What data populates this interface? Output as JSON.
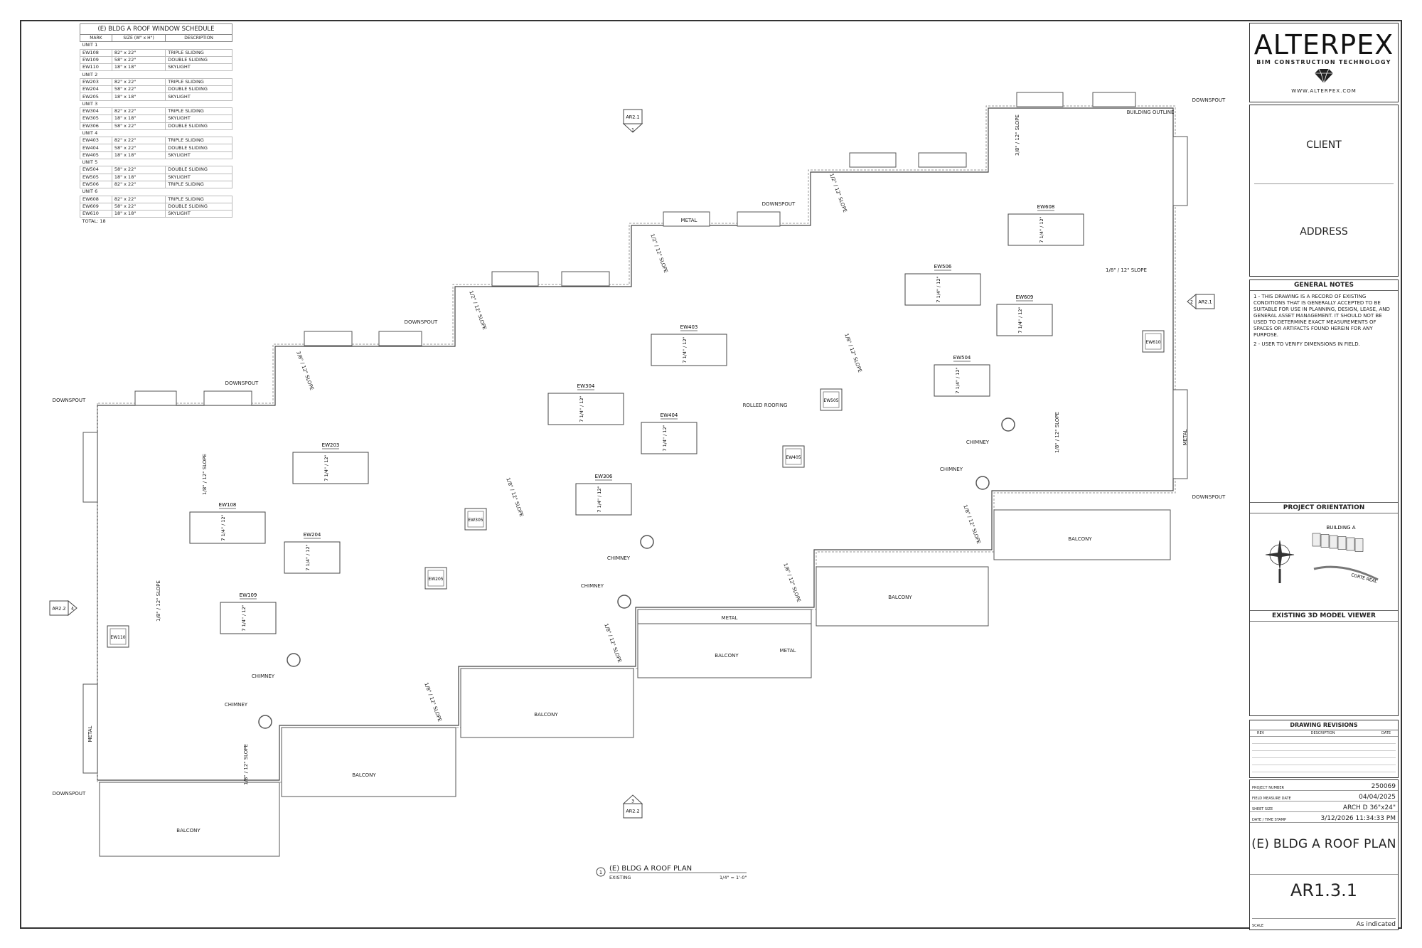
{
  "schedule": {
    "title": "(E) BLDG A ROOF WINDOW SCHEDULE",
    "headers": [
      "MARK",
      "SIZE (W\" x H\")",
      "DESCRIPTION"
    ],
    "groups": [
      {
        "unit": "UNIT 1",
        "rows": [
          [
            "EW108",
            "82\" x 22\"",
            "TRIPLE SLIDING"
          ],
          [
            "EW109",
            "58\" x 22\"",
            "DOUBLE SLIDING"
          ],
          [
            "EW110",
            "18\" x 18\"",
            "SKYLIGHT"
          ]
        ]
      },
      {
        "unit": "UNIT 2",
        "rows": [
          [
            "EW203",
            "82\" x 22\"",
            "TRIPLE SLIDING"
          ],
          [
            "EW204",
            "58\" x 22\"",
            "DOUBLE SLIDING"
          ],
          [
            "EW205",
            "18\" x 18\"",
            "SKYLIGHT"
          ]
        ]
      },
      {
        "unit": "UNIT 3",
        "rows": [
          [
            "EW304",
            "82\" x 22\"",
            "TRIPLE SLIDING"
          ],
          [
            "EW305",
            "18\" x 18\"",
            "SKYLIGHT"
          ],
          [
            "EW306",
            "58\" x 22\"",
            "DOUBLE SLIDING"
          ]
        ]
      },
      {
        "unit": "UNIT 4",
        "rows": [
          [
            "EW403",
            "82\" x 22\"",
            "TRIPLE SLIDING"
          ],
          [
            "EW404",
            "58\" x 22\"",
            "DOUBLE SLIDING"
          ],
          [
            "EW405",
            "18\" x 18\"",
            "SKYLIGHT"
          ]
        ]
      },
      {
        "unit": "UNIT 5",
        "rows": [
          [
            "EW504",
            "58\" x 22\"",
            "DOUBLE SLIDING"
          ],
          [
            "EW505",
            "18\" x 18\"",
            "SKYLIGHT"
          ],
          [
            "EW506",
            "82\" x 22\"",
            "TRIPLE SLIDING"
          ]
        ]
      },
      {
        "unit": "UNIT 6",
        "rows": [
          [
            "EW608",
            "82\" x 22\"",
            "TRIPLE SLIDING"
          ],
          [
            "EW609",
            "58\" x 22\"",
            "DOUBLE SLIDING"
          ],
          [
            "EW610",
            "18\" x 18\"",
            "SKYLIGHT"
          ]
        ]
      }
    ],
    "total": "TOTAL: 18"
  },
  "plan": {
    "labels": {
      "downspout": "DOWNSPOUT",
      "chimney": "CHIMNEY",
      "balcony": "BALCONY",
      "metal": "METAL",
      "rolled_roofing": "ROLLED ROOFING",
      "building_outline": "BUILDING OUTLINE"
    },
    "slopes": {
      "eighth": "1/8\" / 12\" SLOPE",
      "sixteenth": "3/8\" / 12\" SLOPE",
      "quarter": "1/2\" / 12\" SLOPE",
      "window_pitch": "7 1/4\" / 12\""
    },
    "windows": [
      "EW108",
      "EW109",
      "EW110",
      "EW203",
      "EW204",
      "EW205",
      "EW304",
      "EW305",
      "EW306",
      "EW403",
      "EW404",
      "EW405",
      "EW504",
      "EW505",
      "EW506",
      "EW608",
      "EW609",
      "EW610"
    ],
    "section_tags": [
      {
        "num": "1",
        "ref": "AR2.1"
      },
      {
        "num": "2",
        "ref": "AR2.1"
      },
      {
        "num": "3",
        "ref": "AR2.2"
      },
      {
        "num": "4",
        "ref": "AR2.2"
      }
    ],
    "drawing_title": {
      "num": "1",
      "title": "(E) BLDG A ROOF PLAN",
      "sub": "EXISTING",
      "scale": "1/4\" = 1'-0\""
    }
  },
  "titleblock": {
    "logo": "ALTERPEX",
    "logo_sub": "BIM CONSTRUCTION TECHNOLOGY",
    "url": "WWW.ALTERPEX.COM",
    "client": "CLIENT",
    "address": "ADDRESS",
    "general_notes_title": "GENERAL NOTES",
    "general_notes": [
      "1 - THIS DRAWING IS A RECORD OF EXISTING CONDITIONS THAT IS GENERALLY ACCEPTED TO BE SUITABLE FOR USE IN PLANNING, DESIGN, LEASE, AND GENERAL ASSET MANAGEMENT. IT SHOULD NOT BE USED TO DETERMINE EXACT MEASUREMENTS OF SPACES OR ARTIFACTS FOUND HEREIN FOR ANY PURPOSE.",
      "2 - USER TO VERIFY DIMENSIONS IN FIELD."
    ],
    "project_orientation": "PROJECT ORIENTATION",
    "building_label": "BUILDING A",
    "street": "CORTE REAL",
    "model_viewer": "EXISTING 3D MODEL VIEWER",
    "revisions_title": "DRAWING REVISIONS",
    "rev_headers": [
      "REV",
      "DESCRIPTION",
      "DATE"
    ],
    "info": [
      {
        "k": "PROJECT NUMBER",
        "v": "250069"
      },
      {
        "k": "FIELD MEASURE DATE",
        "v": "04/04/2025"
      },
      {
        "k": "SHEET SIZE",
        "v": "ARCH D 36\"x24\""
      },
      {
        "k": "DATE / TIME STAMP",
        "v": "3/12/2026 11:34:33 PM"
      }
    ],
    "sheet_title": "(E) BLDG A ROOF PLAN",
    "sheet_number": "AR1.3.1",
    "scale_label": "SCALE",
    "scale_value": "As indicated"
  }
}
